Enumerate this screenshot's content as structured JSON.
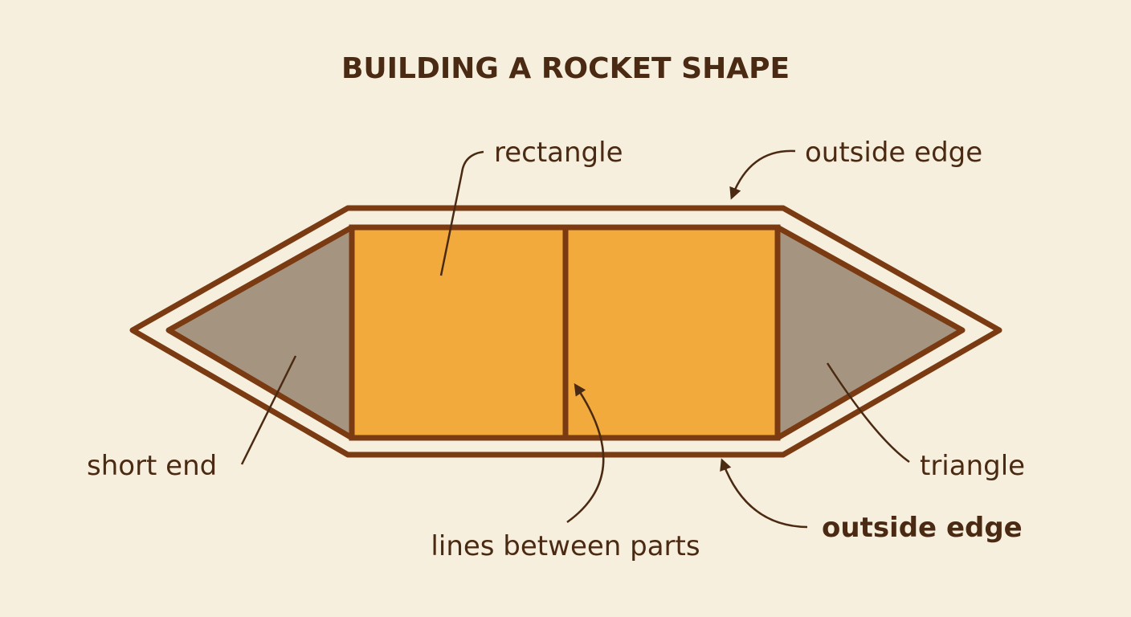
{
  "title": "BUILDING A ROCKET SHAPE",
  "labels": {
    "rectangle": "rectangle",
    "outside_edge_top": "outside edge",
    "short_end": "short end",
    "triangle": "triangle",
    "lines_between_parts": "lines between parts",
    "outside_edge_bottom": "outside edge"
  },
  "colors": {
    "background": "#f7efdd",
    "outline": "#7a3a12",
    "rectangle_fill": "#f2aa3c",
    "triangle_fill": "#a59580",
    "text": "#4a2a12"
  }
}
